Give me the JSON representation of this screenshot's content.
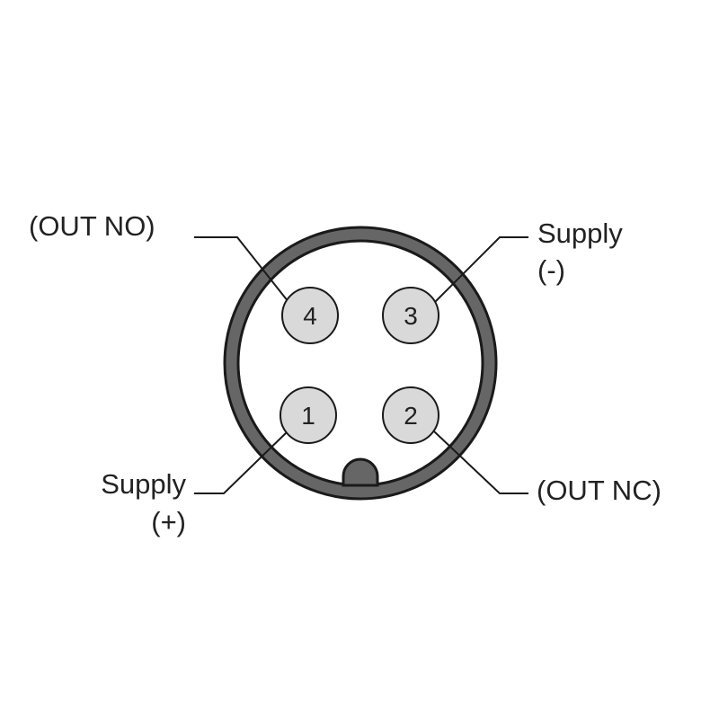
{
  "colors": {
    "housing": "#666666",
    "housing_stroke": "#1a1a1a",
    "pin_fill": "#d9d9d9",
    "line": "#1a1a1a",
    "text": "#222222"
  },
  "pins": [
    {
      "number": "4"
    },
    {
      "number": "3"
    },
    {
      "number": "1"
    },
    {
      "number": "2"
    }
  ],
  "labels": {
    "out_no": "(OUT NO)",
    "supply_minus_line1": "Supply",
    "supply_minus_line2": "(-)",
    "supply_plus_line1": "Supply",
    "supply_plus_line2": "(+)",
    "out_nc": "(OUT NC)"
  }
}
